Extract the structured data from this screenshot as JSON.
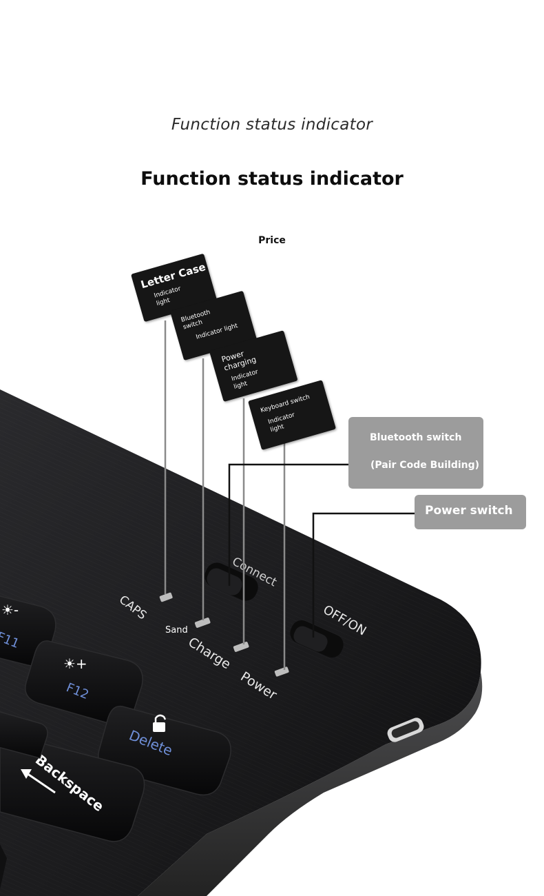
{
  "headings": {
    "top": "Function status indicator",
    "main": "Function status indicator",
    "price": "Price"
  },
  "callouts": {
    "letter_case": {
      "title": "Letter Case",
      "sub": "Indicator light"
    },
    "bluetooth_switch": {
      "title": "Bluetooth switch",
      "sub": "Indicator light"
    },
    "power_charging": {
      "title": "Power charging",
      "sub": "Indicator light"
    },
    "keyboard_switch": {
      "title": "Keyboard switch",
      "sub": "Indicator light"
    }
  },
  "switch_labels": {
    "bluetooth_line1": "Bluetooth switch",
    "bluetooth_line2": "(Pair Code Building)",
    "power": "Power switch"
  },
  "keyboard_labels": {
    "caps": "CAPS",
    "sand": "Sand",
    "charge": "Charge",
    "power": "Power",
    "connect": "Connect",
    "off_on": "OFF/ON",
    "f11": "F11",
    "f12": "F12",
    "delete": "Delete",
    "backspace": "Backspace"
  },
  "colors": {
    "keyboard_body": "#1c1c1e",
    "callout_bg": "#161616",
    "grey_box": "#9c9c9c",
    "key_legend_blue": "#6f8fd8"
  }
}
